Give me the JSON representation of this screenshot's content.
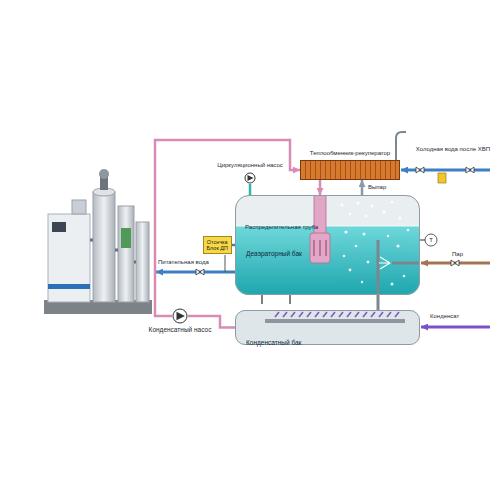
{
  "diagram": {
    "nodes": [
      {
        "text": [
          "Деаэраторный бак"
        ]
      },
      {
        "text": [
          "Конденсатный бак"
        ]
      },
      {
        "text": [
          "Теплообменник-рекуператор"
        ]
      },
      {
        "text": [
          "Отсечка",
          "Блок ДП"
        ]
      },
      {
        "text": [
          "Конденсатный насос"
        ]
      },
      {
        "text": [
          "Циркуляционный насос"
        ]
      }
    ],
    "edges": [
      {
        "from": 1,
        "to": 4,
        "arrow": "none"
      },
      {
        "from": 4,
        "to": 2,
        "arrow": "to"
      },
      {
        "from": 2,
        "to": 0,
        "arrow": "to"
      },
      {
        "from": 0,
        "to": 2,
        "arrow": "to",
        "label": "Выпар"
      },
      {
        "from": 0,
        "to": 3,
        "arrow": "none"
      },
      {
        "from": 0,
        "to": 5,
        "arrow": "none"
      }
    ],
    "labels": [
      "Питательная вода",
      "Холодная вода после ХВП",
      "Пар",
      "Конденсат",
      "Распределительная труба",
      "Т"
    ]
  }
}
